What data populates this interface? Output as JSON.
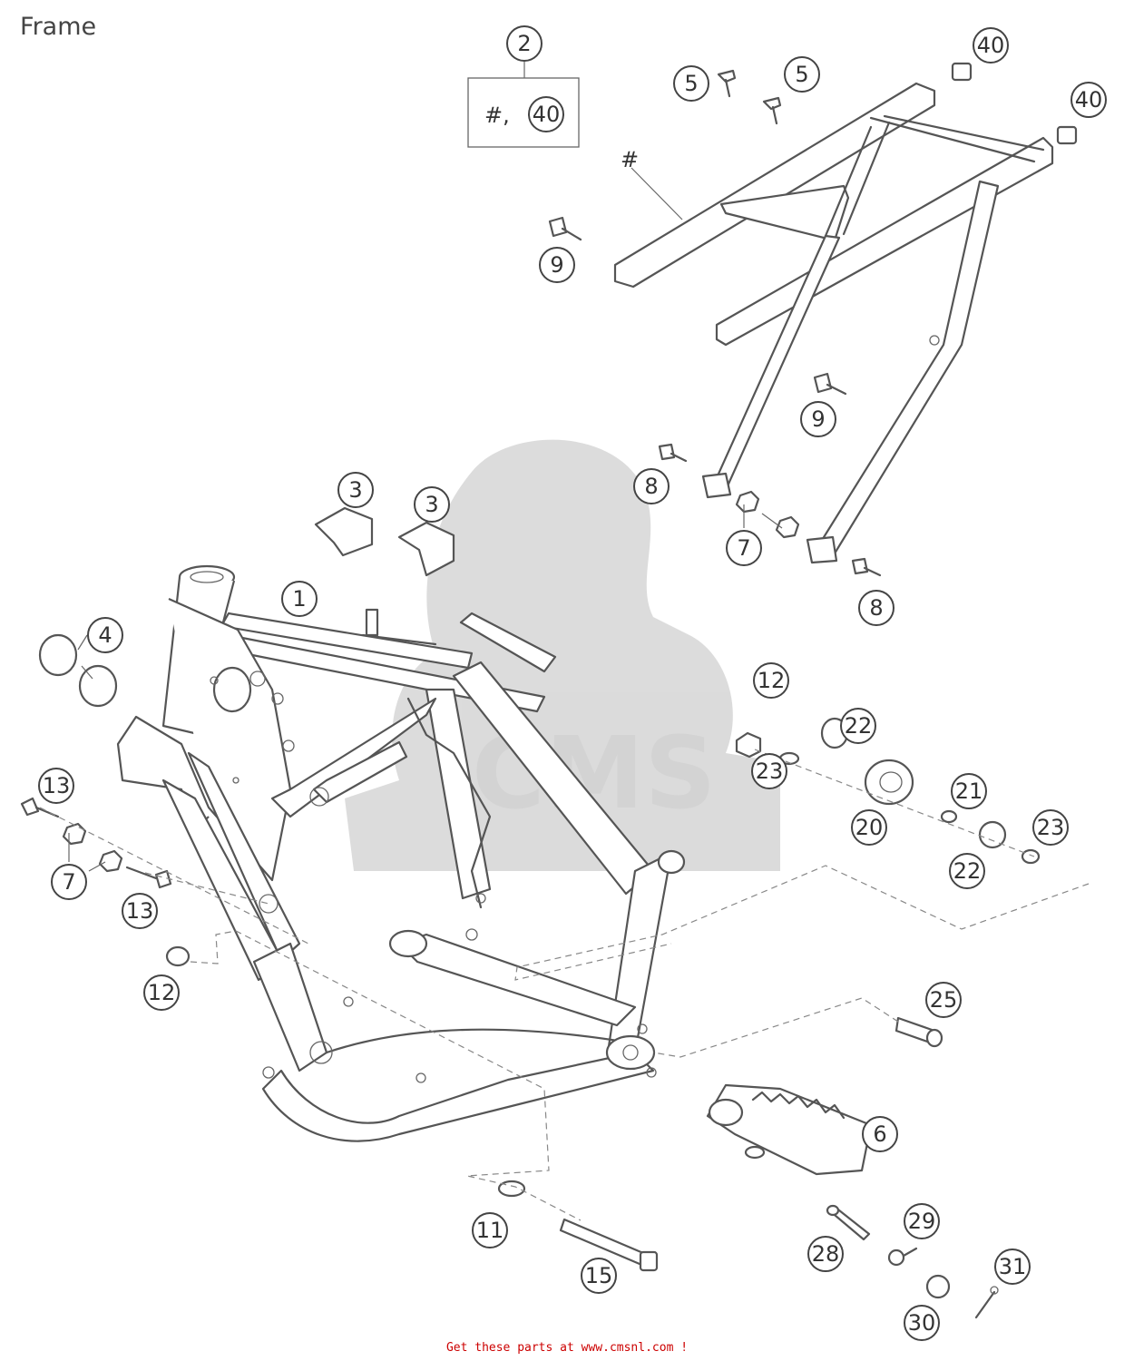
{
  "title": "Frame",
  "footer": "Get these parts at www.cmsnl.com  !",
  "kit_box": {
    "hash": "#,",
    "ref": "40"
  },
  "subframe_label": "#",
  "watermark": "CMS",
  "callouts": [
    {
      "id": "c2",
      "label": "2"
    },
    {
      "id": "c40a",
      "label": "40"
    },
    {
      "id": "c40b",
      "label": "40"
    },
    {
      "id": "c5a",
      "label": "5"
    },
    {
      "id": "c5b",
      "label": "5"
    },
    {
      "id": "c9a",
      "label": "9"
    },
    {
      "id": "c9b",
      "label": "9"
    },
    {
      "id": "c8a",
      "label": "8"
    },
    {
      "id": "c8b",
      "label": "8"
    },
    {
      "id": "c3a",
      "label": "3"
    },
    {
      "id": "c3b",
      "label": "3"
    },
    {
      "id": "c7a",
      "label": "7"
    },
    {
      "id": "c1",
      "label": "1"
    },
    {
      "id": "c4",
      "label": "4"
    },
    {
      "id": "c12a",
      "label": "12"
    },
    {
      "id": "c22a",
      "label": "22"
    },
    {
      "id": "c23a",
      "label": "23"
    },
    {
      "id": "c21",
      "label": "21"
    },
    {
      "id": "c20",
      "label": "20"
    },
    {
      "id": "c23b",
      "label": "23"
    },
    {
      "id": "c22b",
      "label": "22"
    },
    {
      "id": "c13a",
      "label": "13"
    },
    {
      "id": "c7b",
      "label": "7"
    },
    {
      "id": "c13b",
      "label": "13"
    },
    {
      "id": "c12b",
      "label": "12"
    },
    {
      "id": "c25",
      "label": "25"
    },
    {
      "id": "c6",
      "label": "6"
    },
    {
      "id": "c11",
      "label": "11"
    },
    {
      "id": "c15",
      "label": "15"
    },
    {
      "id": "c29",
      "label": "29"
    },
    {
      "id": "c28",
      "label": "28"
    },
    {
      "id": "c31",
      "label": "31"
    },
    {
      "id": "c30",
      "label": "30"
    }
  ]
}
